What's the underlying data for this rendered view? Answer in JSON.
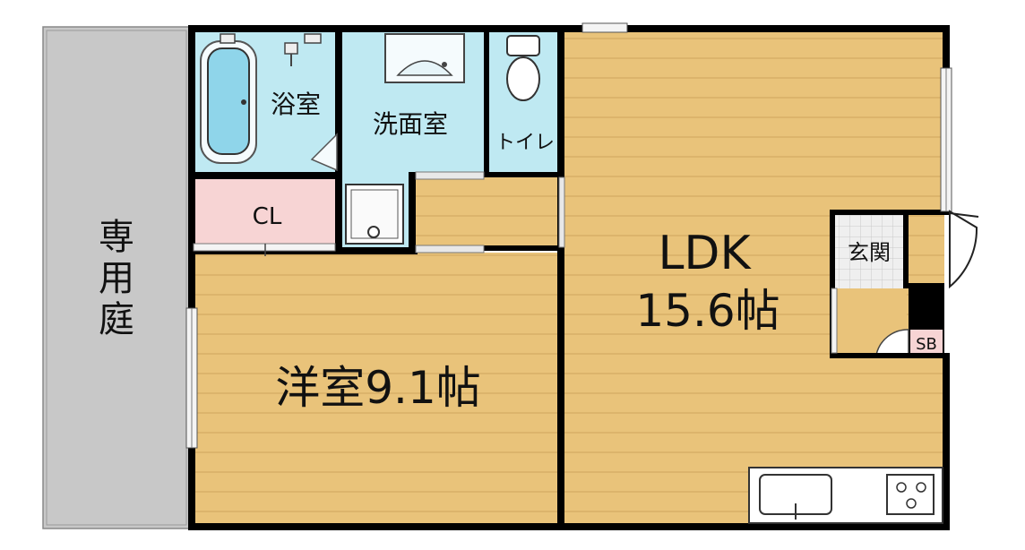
{
  "garden": {
    "label": "専用庭"
  },
  "rooms": {
    "bath": {
      "label": "浴室"
    },
    "washroom": {
      "label": "洗面室"
    },
    "toilet": {
      "label": "トイレ"
    },
    "closet": {
      "label": "CL"
    },
    "bedroom": {
      "label": "洋室9.1帖"
    },
    "ldk": {
      "label": "LDK",
      "size": "15.6帖"
    },
    "entrance": {
      "label": "玄関"
    },
    "shoe_box": {
      "label": "SB"
    }
  },
  "colors": {
    "wood": "#e9c37a",
    "wood_grain": "#d9b068",
    "water": "#bfe9f2",
    "closet": "#f7d4d4",
    "garden": "#c9c9c9",
    "entrance_tile": "#ececec",
    "wall": "#000000"
  },
  "icons": [
    "bathtub-icon",
    "toilet-icon",
    "washbasin-icon",
    "washing-machine-icon",
    "kitchen-sink-icon",
    "stove-icon",
    "door-swing-icon"
  ]
}
